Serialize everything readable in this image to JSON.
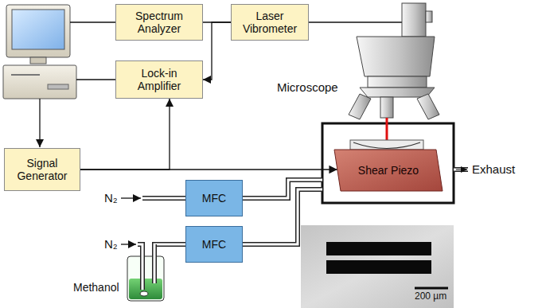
{
  "diagram": {
    "nodes": [
      {
        "text": [
          "Spectrum Analyzer"
        ]
      },
      {
        "text": [
          "Laser Vibrometer"
        ]
      },
      {
        "text": [
          "Lock-in Amplifier"
        ]
      },
      {
        "text": [
          "Signal Generator"
        ]
      },
      {
        "text": [
          "Shear Piezo"
        ]
      },
      {
        "text": [
          "MFC"
        ]
      },
      {
        "text": [
          "MFC"
        ]
      }
    ],
    "edges": [
      {
        "from": 1,
        "to": 0,
        "arrow": "none"
      },
      {
        "from": 1,
        "to": 2,
        "arrow": "to"
      },
      {
        "from": 3,
        "to": 2,
        "arrow": "to"
      },
      {
        "from": 3,
        "to": 4,
        "arrow": "to"
      }
    ],
    "labels": [
      "Microscope",
      "Exhaust",
      "N₂",
      "N₂",
      "Methanol",
      "200 µm"
    ]
  }
}
